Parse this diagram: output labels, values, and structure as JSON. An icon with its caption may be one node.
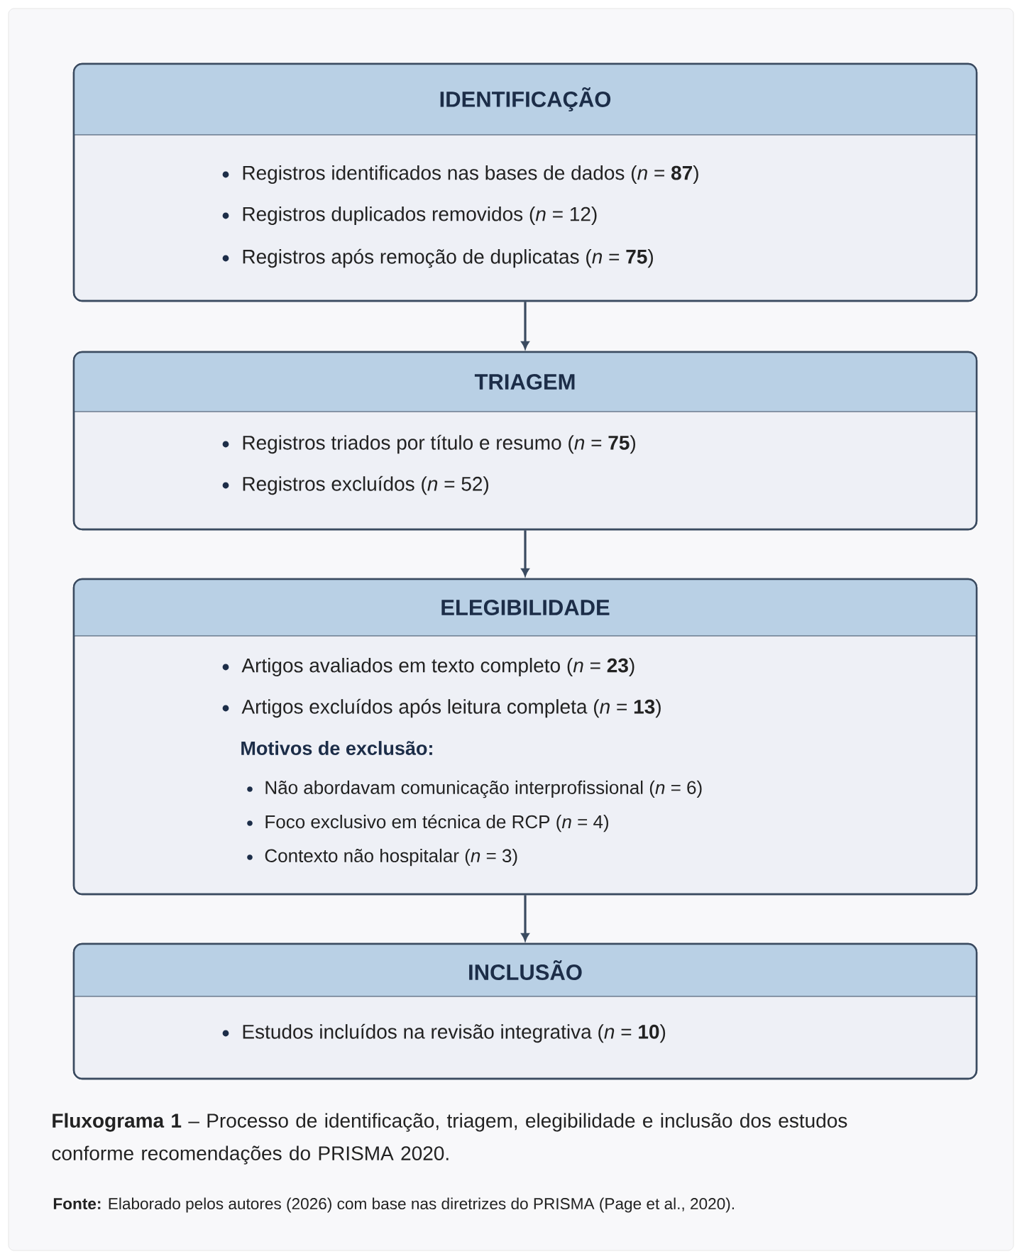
{
  "diagram": {
    "caption": "**Fluxograma 1** – Processo de identificação, triagem, elegibilidade e inclusão dos estudos conforme recomendações do PRISMA 2020.",
    "nodes": [
      {
        "text": [
          "IDENTIFICAÇÃO",
          "Registros identificados nas bases de dados (*n* = **87**)",
          "Registros duplicados removidos (*n* = 12)",
          "Registros após remoção de duplicatas (*n* = **75**)"
        ]
      },
      {
        "text": [
          "TRIAGEM",
          "Registros triados por título e resumo (*n* = **75**)",
          "Registros excluídos (*n* = 52)"
        ]
      },
      {
        "text": [
          "ELEGIBILIDADE",
          "Artigos avaliados em texto completo (*n* = **23**)",
          "Artigos excluídos após leitura completa (*n* = **13**)",
          "Motivos de exclusão:",
          "Não abordavam comunicação interprofissional (*n* = 6)",
          "Foco exclusivo em técnica de RCP (*n* = 4)",
          "Contexto não hospitalar (*n* = 3)"
        ]
      },
      {
        "text": [
          "INCLUSÃO",
          "Estudos incluídos na revisão integrativa (*n* = **10**)"
        ]
      }
    ],
    "edges": [
      {
        "from": 0,
        "to": 1,
        "arrow": "to"
      },
      {
        "from": 1,
        "to": 2,
        "arrow": "to"
      },
      {
        "from": 2,
        "to": 3,
        "arrow": "to"
      }
    ],
    "labels": [
      "**Fonte:** Elaborado pelos autores (2026) com base nas diretrizes do PRISMA (Page et al., 2020)."
    ]
  }
}
